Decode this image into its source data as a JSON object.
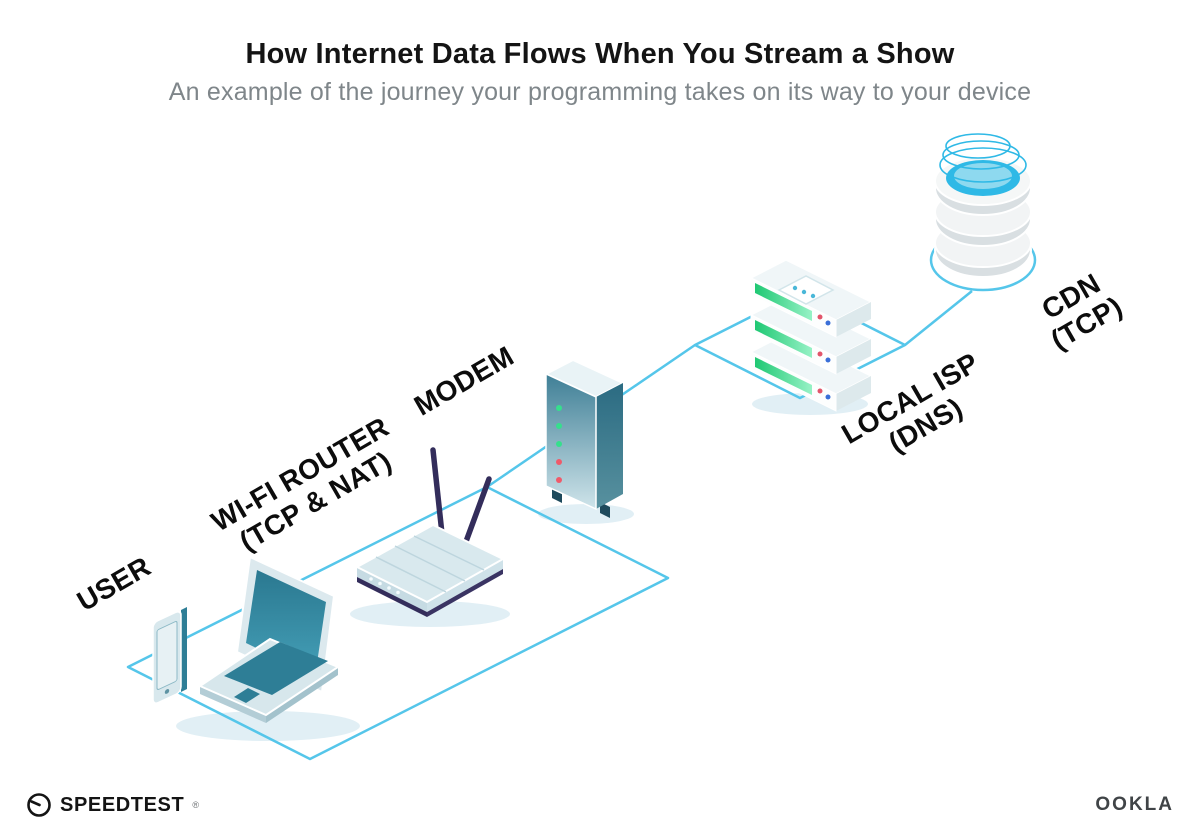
{
  "header": {
    "title": "How Internet Data Flows When You Stream a Show",
    "subtitle": "An example of the journey your programming takes on its way to your device"
  },
  "nodes": {
    "user": {
      "label": "USER"
    },
    "router": {
      "label": "WI-FI ROUTER",
      "sub": "(TCP & NAT)"
    },
    "modem": {
      "label": "MODEM"
    },
    "isp": {
      "label": "LOCAL ISP",
      "sub": "(DNS)"
    },
    "cdn": {
      "label": "CDN",
      "sub": "(TCP)"
    }
  },
  "footer": {
    "speedtest_label": "SPEEDTEST",
    "speedtest_mark": "®",
    "ookla_label": "OOKLA"
  },
  "colors": {
    "path_blue": "#55c6ea",
    "device_teal": "#2e7e96",
    "device_light": "#d9e9ee",
    "antenna_navy": "#332d5b",
    "led_green": "#35e08c",
    "led_red": "#f05a6a",
    "stripe_green": "#1fc873",
    "cdn_cyan": "#2fb9e6",
    "title_color": "#141414",
    "subtitle_color": "#7f868a"
  }
}
